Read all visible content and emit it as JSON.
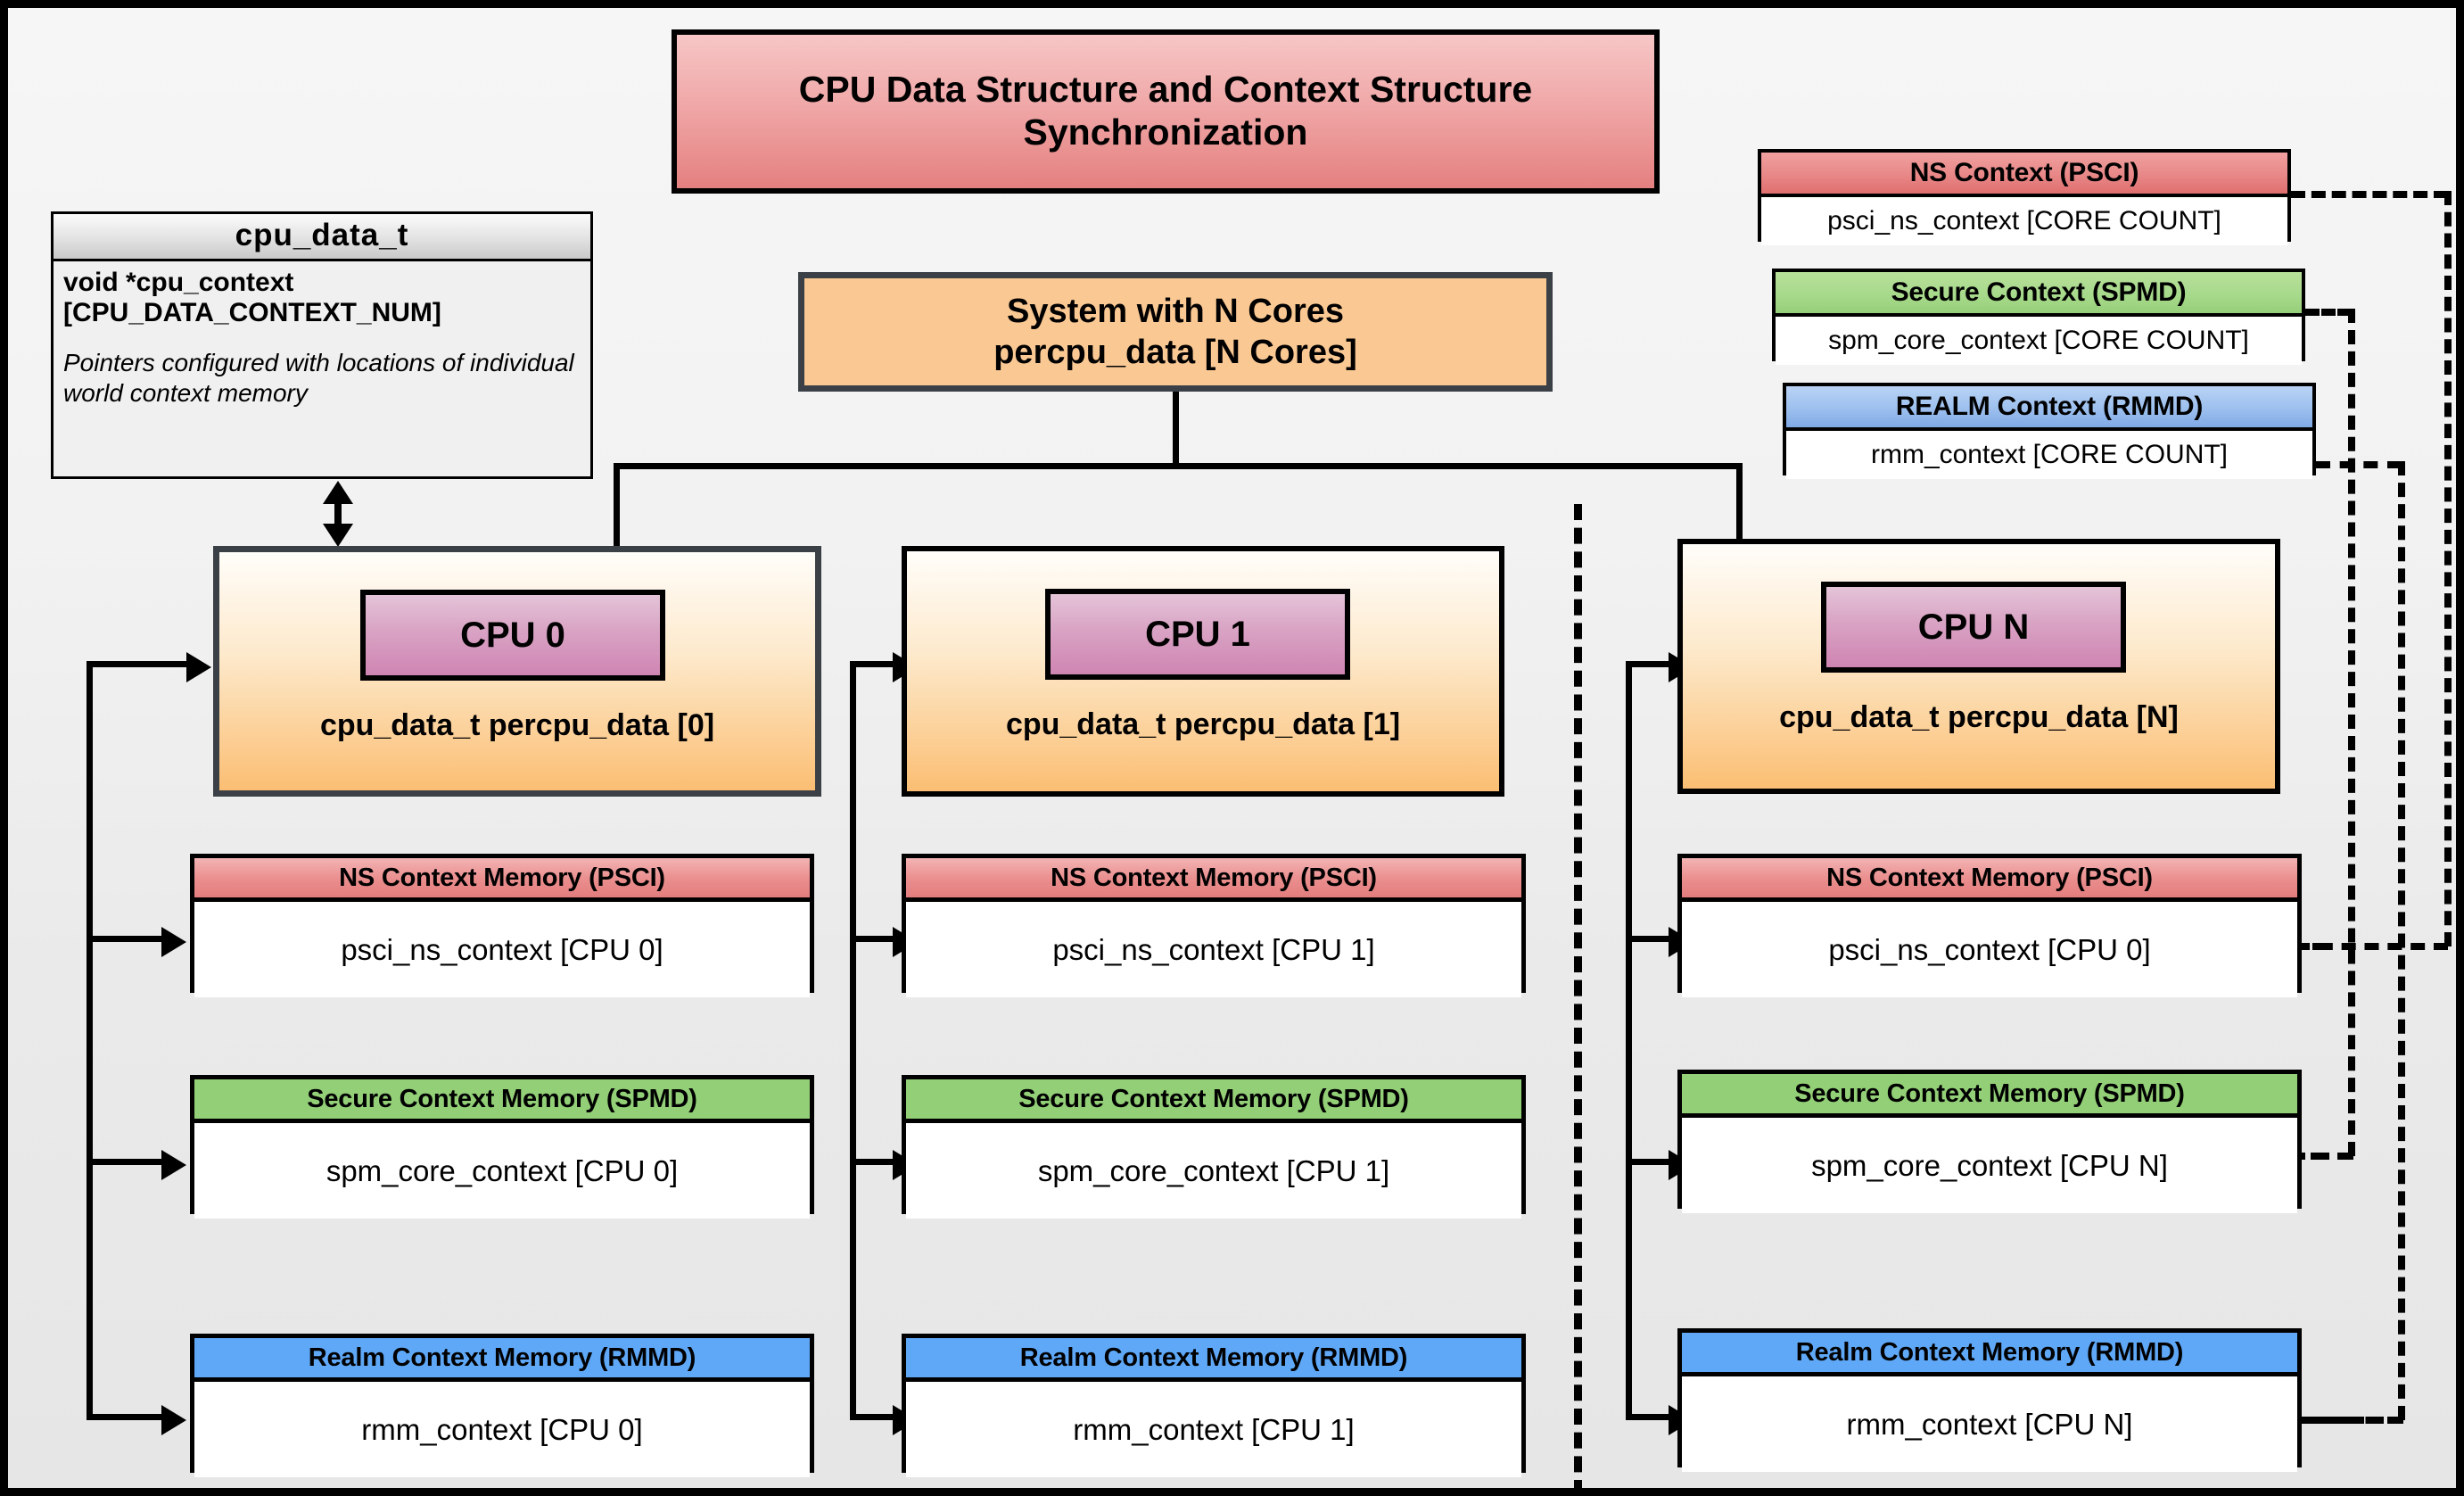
{
  "title": "CPU Data Structure and Context Structure Synchronization",
  "struct": {
    "name": "cpu_data_t",
    "field": "void  *cpu_context [CPU_DATA_CONTEXT_NUM]",
    "note": "Pointers configured with locations of individual world context memory"
  },
  "system": {
    "line1": "System with N Cores",
    "line2": "percpu_data [N Cores]"
  },
  "global_contexts": [
    {
      "header": "NS Context  (PSCI)",
      "value": "psci_ns_context [CORE COUNT]",
      "color": "#e06f6f"
    },
    {
      "header": "Secure Context (SPMD)",
      "value": "spm_core_context [CORE COUNT]",
      "color": "#96cf79"
    },
    {
      "header": "REALM Context (RMMD)",
      "value": "rmm_context [CORE COUNT]",
      "color": "#7fa9e6"
    }
  ],
  "cpus": [
    {
      "chip": "CPU 0",
      "label": "cpu_data_t percpu_data [0]",
      "memories": [
        {
          "header": "NS Context Memory (PSCI)",
          "value": "psci_ns_context [CPU 0]",
          "color": "#e37d7d"
        },
        {
          "header": "Secure Context Memory (SPMD)",
          "value": "spm_core_context [CPU 0]",
          "color": "#92cf76"
        },
        {
          "header": "Realm Context Memory (RMMD)",
          "value": "rmm_context [CPU 0]",
          "color": "#5fa8f7"
        }
      ]
    },
    {
      "chip": "CPU 1",
      "label": "cpu_data_t percpu_data [1]",
      "memories": [
        {
          "header": "NS Context Memory (PSCI)",
          "value": "psci_ns_context [CPU 1]",
          "color": "#e37d7d"
        },
        {
          "header": "Secure Context Memory (SPMD)",
          "value": "spm_core_context [CPU 1]",
          "color": "#92cf76"
        },
        {
          "header": "Realm Context Memory (RMMD)",
          "value": "rmm_context [CPU 1]",
          "color": "#5fa8f7"
        }
      ]
    },
    {
      "chip": "CPU N",
      "label": "cpu_data_t percpu_data [N]",
      "memories": [
        {
          "header": "NS Context Memory (PSCI)",
          "value": "psci_ns_context [CPU 0]",
          "color": "#e37d7d"
        },
        {
          "header": "Secure Context Memory (SPMD)",
          "value": "spm_core_context [CPU N]",
          "color": "#92cf76"
        },
        {
          "header": "Realm Context Memory (RMMD)",
          "value": "rmm_context [CPU N]",
          "color": "#5fa8f7"
        }
      ]
    }
  ]
}
